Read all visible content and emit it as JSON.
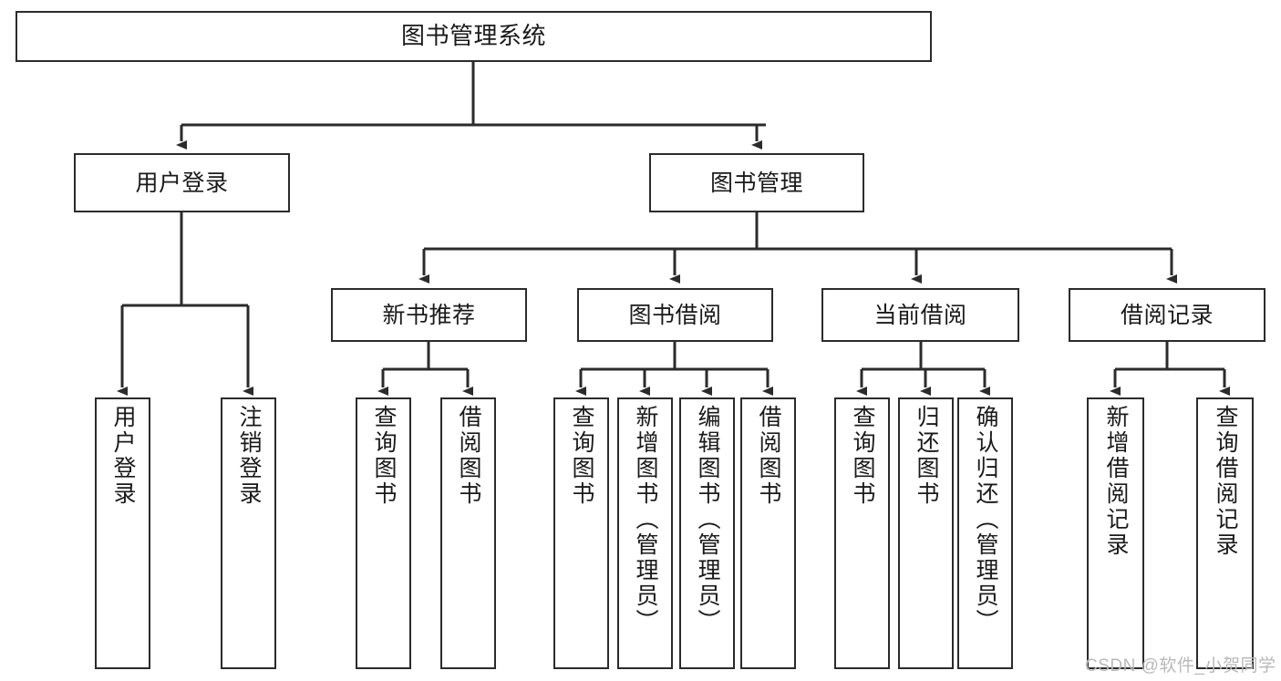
{
  "diagram": {
    "title_node": {
      "label": "图书管理系统"
    },
    "level2": [
      {
        "key": "user-login",
        "label": "用户登录"
      },
      {
        "key": "book-management",
        "label": "图书管理"
      }
    ],
    "level3": [
      {
        "key": "new-book-recommend",
        "label": "新书推荐"
      },
      {
        "key": "book-borrow",
        "label": "图书借阅"
      },
      {
        "key": "current-borrow",
        "label": "当前借阅"
      },
      {
        "key": "borrow-record",
        "label": "借阅记录"
      }
    ],
    "leaves": [
      {
        "key": "user-login-leaf",
        "label": "用户登录"
      },
      {
        "key": "logout-leaf",
        "label": "注销登录"
      },
      {
        "key": "query-book-1",
        "label": "查询图书"
      },
      {
        "key": "borrow-book-1",
        "label": "借阅图书"
      },
      {
        "key": "query-book-2",
        "label": "查询图书"
      },
      {
        "key": "add-book-admin",
        "label": "新增图书（管理员）"
      },
      {
        "key": "edit-book-admin",
        "label": "编辑图书（管理员）"
      },
      {
        "key": "borrow-book-2",
        "label": "借阅图书"
      },
      {
        "key": "query-book-3",
        "label": "查询图书"
      },
      {
        "key": "return-book",
        "label": "归还图书"
      },
      {
        "key": "confirm-return-admin",
        "label": "确认归还（管理员）"
      },
      {
        "key": "add-borrow-record",
        "label": "新增借阅记录"
      },
      {
        "key": "query-borrow-record",
        "label": "查询借阅记录"
      }
    ],
    "watermark": "CSDN @软件_小贺同学",
    "colors": {
      "stroke": "#2b2b2b",
      "background": "#ffffff",
      "text": "#1a1a1a",
      "watermark": "#b9b9b9"
    }
  }
}
